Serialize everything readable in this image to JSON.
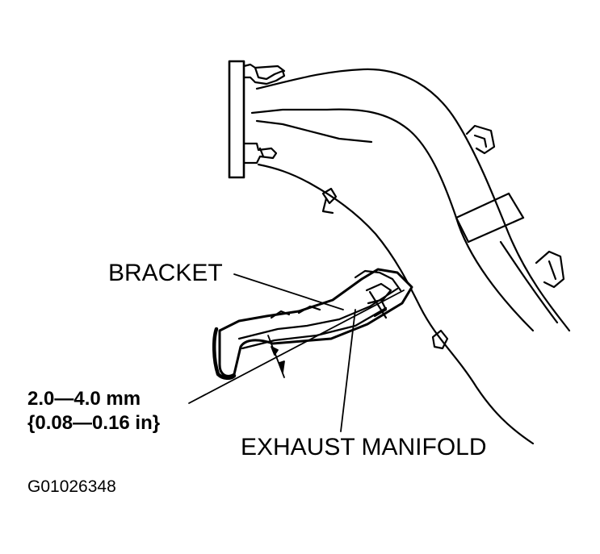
{
  "labels": {
    "bracket": "BRACKET",
    "exhaust_manifold": "EXHAUST MANIFOLD",
    "clearance_mm": "2.0—4.0 mm",
    "clearance_in": "{0.08—0.16 in}",
    "figure_id": "G01026348"
  },
  "colors": {
    "ink": "#000000",
    "paper": "#ffffff"
  }
}
